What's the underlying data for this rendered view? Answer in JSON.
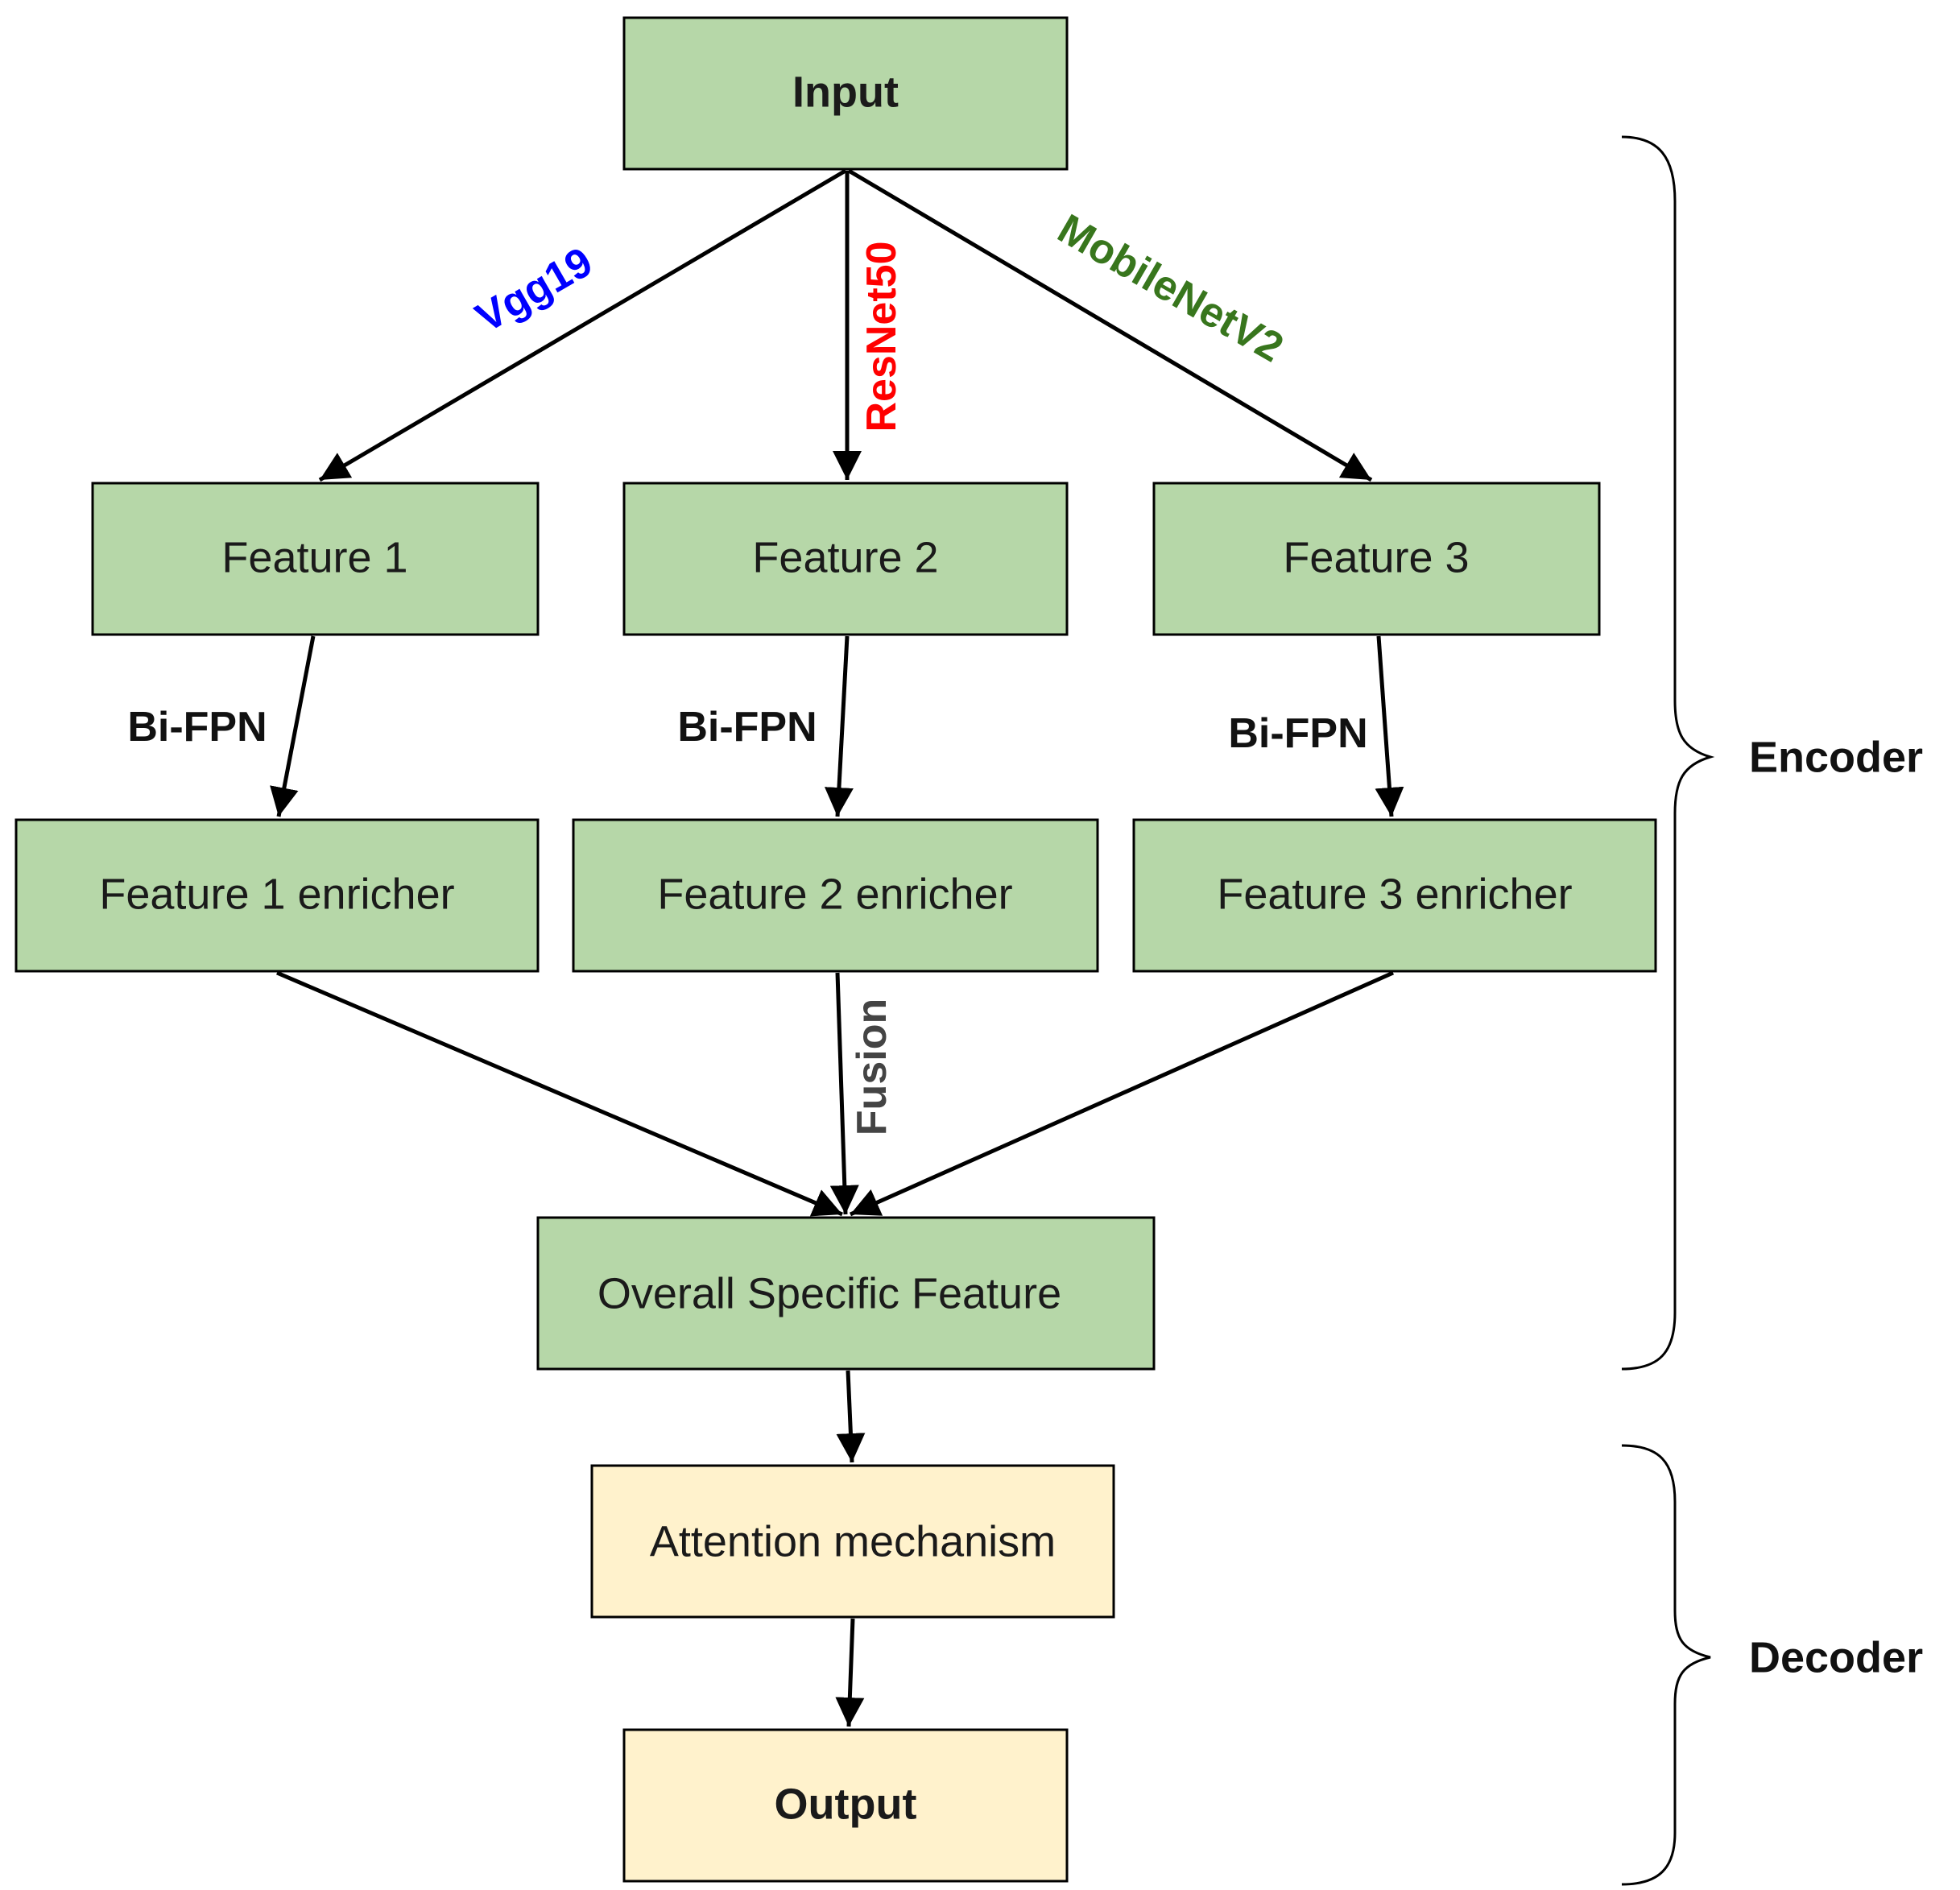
{
  "colors": {
    "encoder_fill": "#b6d7a8",
    "decoder_fill": "#fff2cc",
    "stroke": "#000000",
    "vgg": "#0000ff",
    "resnet": "#ff0000",
    "mobilenet": "#38761d",
    "fusion": "#444444",
    "bifpn": "#111111"
  },
  "nodes": {
    "input": "Input",
    "feature1": "Feature 1",
    "feature2": "Feature 2",
    "feature3": "Feature 3",
    "enricher1": "Feature 1 enricher",
    "enricher2": "Feature 2 enricher",
    "enricher3": "Feature 3 enricher",
    "overall": "Overall Specific Feature",
    "attention": "Attention mechanism",
    "output": "Output"
  },
  "edges": {
    "vgg": "Vgg19",
    "resnet": "ResNet50",
    "mobilenet": "MobileNetV2",
    "bifpn1": "Bi-FPN",
    "bifpn2": "Bi-FPN",
    "bifpn3": "Bi-FPN",
    "fusion": "Fusion"
  },
  "groups": {
    "encoder": "Encoder",
    "decoder": "Decoder"
  }
}
